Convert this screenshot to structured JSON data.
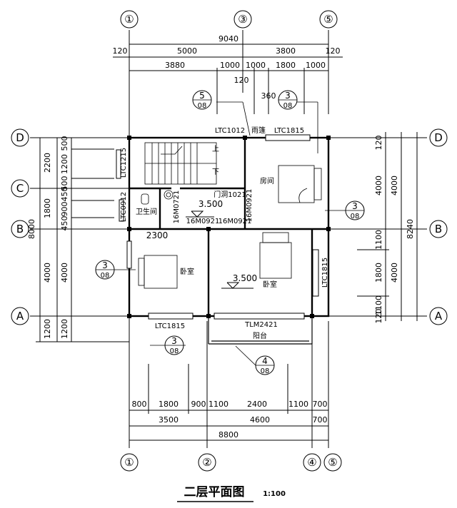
{
  "drawing": {
    "title": "二层平面图",
    "scale": "1:100"
  },
  "grid_axes": {
    "top": [
      "①",
      "③",
      "⑤"
    ],
    "bottom": [
      "①",
      "②",
      "④",
      "⑤"
    ],
    "left": [
      "D",
      "C",
      "B",
      "A"
    ],
    "right": [
      "D",
      "B",
      "A"
    ]
  },
  "dimensions": {
    "top_overall": "9040",
    "top_row2": [
      "120",
      "5000",
      "3800",
      "120"
    ],
    "top_row3": [
      "3880",
      "1000",
      "1000",
      "1800",
      "1000"
    ],
    "top_small": [
      "120",
      "360"
    ],
    "bottom_row1": [
      "800",
      "1800",
      "900",
      "1100",
      "2400",
      "1100",
      "700"
    ],
    "bottom_row2": [
      "3500",
      "4600",
      "700"
    ],
    "bottom_overall": "8800",
    "left_outer": [
      "2200",
      "1800",
      "4000",
      "1200"
    ],
    "left_overall": "8000",
    "left_inner": [
      "500",
      "1200",
      "500",
      "450",
      "900",
      "450",
      "4000",
      "1200"
    ],
    "right_inner": [
      "120",
      "4000",
      "1100",
      "1800",
      "1100",
      "120"
    ],
    "right_outer": [
      "4000",
      "4000"
    ],
    "right_overall": "8240"
  },
  "rooms": {
    "room_a": "房间",
    "bath": "卫生间",
    "bedroom_left": "卧室",
    "bedroom_right": "卧室",
    "balcony": "阳台",
    "rain_canopy": "雨篷"
  },
  "openings": {
    "ltc1012": "LTC1012",
    "ltc1815_top": "LTC1815",
    "ltc1215": "LTC1215",
    "ltc0912": "LTC0912",
    "ltc1815_right": "LTC1815",
    "ltc1815_bottom": "LTC1815",
    "tlm2421": "TLM2421",
    "door_hole": "门洞1021",
    "m0721": "16M0721",
    "m0921_bath": "16M0921",
    "m0921_a": "16M0921",
    "m0921_b": "16M0921",
    "stair_up": "上",
    "stair_down": "下"
  },
  "elevations": {
    "hall": "3.500",
    "bedroom": "3.500",
    "room_2300": "2300"
  },
  "detail_refs": [
    {
      "id": "ref-5-top",
      "num": "5",
      "sheet": "08"
    },
    {
      "id": "ref-3-top",
      "num": "3",
      "sheet": "08"
    },
    {
      "id": "ref-3-right",
      "num": "3",
      "sheet": "08"
    },
    {
      "id": "ref-3-left",
      "num": "3",
      "sheet": "08"
    },
    {
      "id": "ref-3-bottom",
      "num": "3",
      "sheet": "08"
    },
    {
      "id": "ref-4-bottom",
      "num": "4",
      "sheet": "08"
    }
  ]
}
